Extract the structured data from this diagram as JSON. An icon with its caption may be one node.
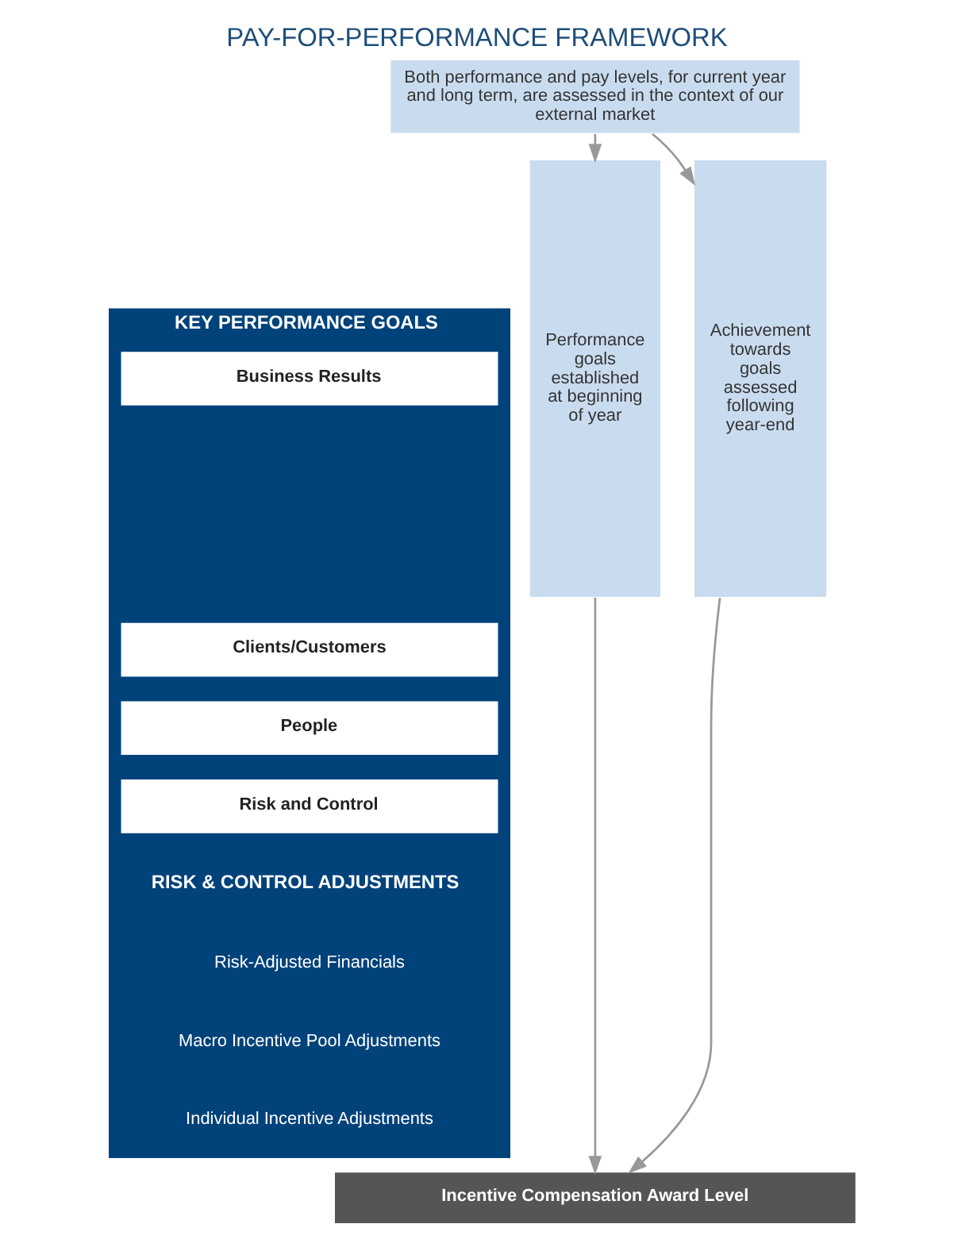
{
  "diagram": {
    "title": "PAY-FOR-PERFORMANCE FRAMEWORK",
    "nodes": [
      {
        "text": [
          "Both performance and pay levels, for current year and long term, are assessed in the context of our external market"
        ]
      },
      {
        "text": [
          "Performance goals established at beginning of year"
        ]
      },
      {
        "text": [
          "KEY PERFORMANCE GOALS",
          "RISK & CONTROL ADJUSTMENTS"
        ]
      },
      {
        "text": [
          "Business Results"
        ],
        "in": 2
      },
      {
        "text": [
          "Clients/Customers"
        ],
        "in": 2
      },
      {
        "text": [
          "People"
        ],
        "in": 2
      },
      {
        "text": [
          "Risk and Control"
        ],
        "in": 2
      },
      {
        "text": [
          "Achievement towards goals assessed following year-end"
        ]
      },
      {
        "text": [
          "Incentive Compensation Award Level"
        ]
      }
    ],
    "edges": [
      {
        "from": 0,
        "to": 1,
        "arrow": "to"
      },
      {
        "from": 0,
        "to": 7,
        "arrow": "to"
      },
      {
        "from": 1,
        "to": 8,
        "arrow": "to"
      },
      {
        "from": 7,
        "to": 8,
        "arrow": "to"
      }
    ],
    "labels": [
      "Risk-Adjusted Financials",
      "Macro Incentive Pool Adjustments",
      "Individual Incentive Adjustments"
    ]
  }
}
